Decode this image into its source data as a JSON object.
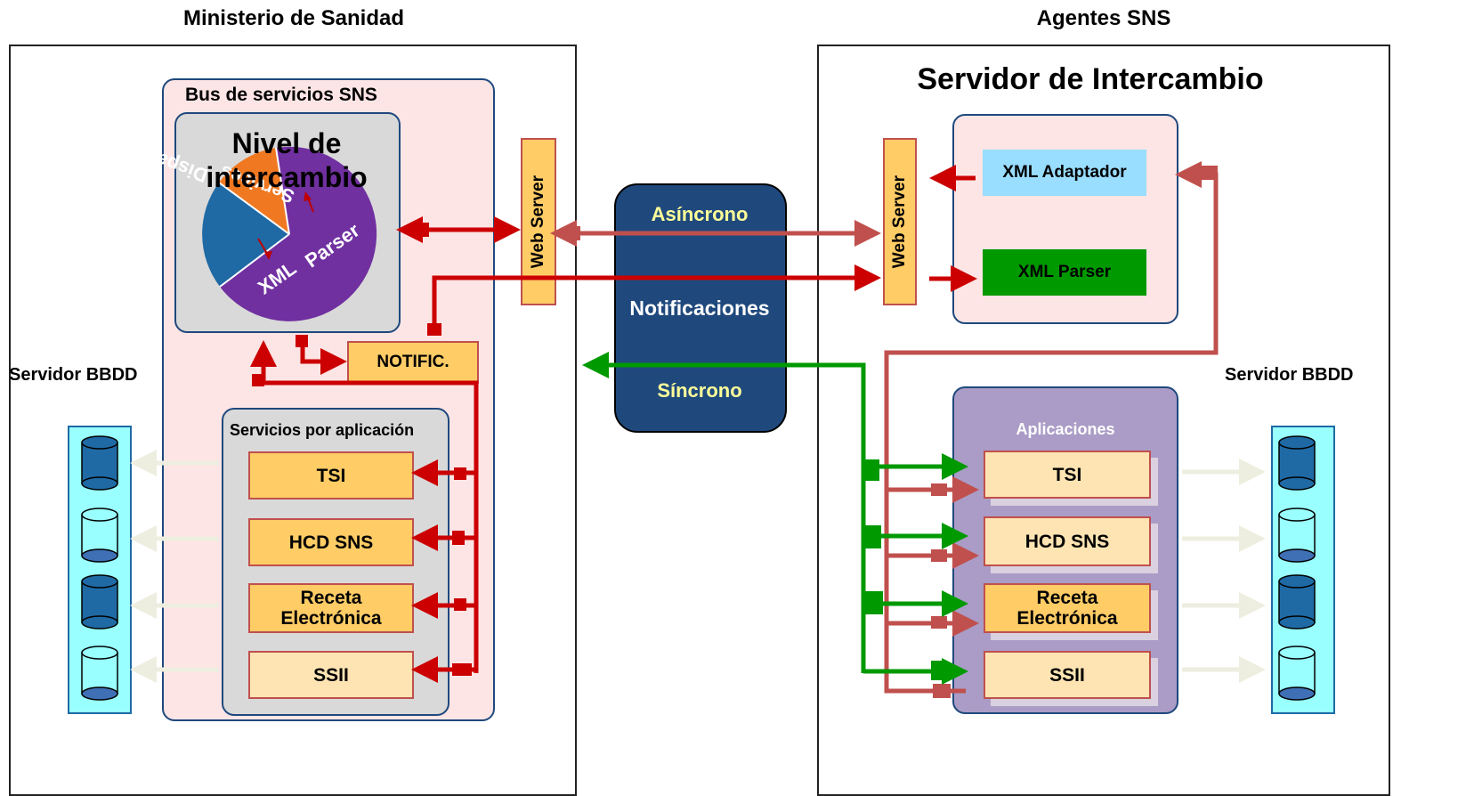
{
  "left": {
    "heading": "Ministerio de Sanidad",
    "bus_title": "Bus de servicios SNS",
    "nivel_title": "Nivel de intercambio",
    "wheel": {
      "dispatcher": "Dispatcher",
      "services": "Services",
      "xml": "XML",
      "parser": "Parser"
    },
    "web_server": "Web Server",
    "notific": "NOTIFIC.",
    "servicios_title": "Servicios por aplicación",
    "apps": [
      "TSI",
      "HCD SNS",
      "Receta Electrónica",
      "SSII"
    ],
    "db_label": "Servidor BBDD"
  },
  "middle": {
    "asincrono": "Asíncrono",
    "notificaciones": "Notificaciones",
    "sincrono": "Síncrono"
  },
  "right": {
    "heading": "Agentes SNS",
    "server_title": "Servidor de Intercambio",
    "web_server": "Web Server",
    "xml_adaptador": "XML Adaptador",
    "xml_parser": "XML Parser",
    "aplicaciones_title": "Aplicaciones",
    "apps": [
      "TSI",
      "HCD SNS",
      "Receta Electrónica",
      "SSII"
    ],
    "db_label": "Servidor BBDD"
  },
  "colors": {
    "red": "#cc0000",
    "dark_red": "#c0504d",
    "green": "#009900",
    "navy": "#1f497d",
    "pink_bg": "#fde5e5",
    "gray_bg": "#d9d9d9",
    "purple_bg": "#aa9cc6",
    "cyan_bg": "#99ffff"
  }
}
